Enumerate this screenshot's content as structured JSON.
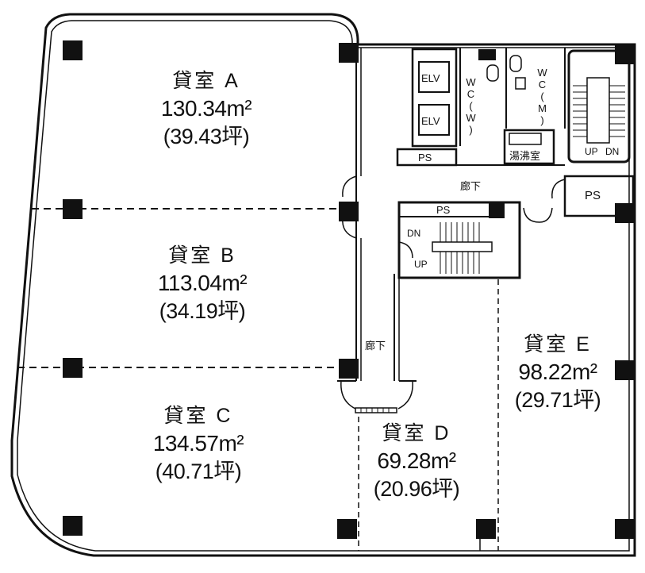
{
  "rooms": [
    {
      "id": "A",
      "name": "貸室 A",
      "area": "130.34m²",
      "tsubo": "(39.43坪)"
    },
    {
      "id": "B",
      "name": "貸室 B",
      "area": "113.04m²",
      "tsubo": "(34.19坪)"
    },
    {
      "id": "C",
      "name": "貸室 C",
      "area": "134.57m²",
      "tsubo": "(40.71坪)"
    },
    {
      "id": "D",
      "name": "貸室 D",
      "area": "69.28m²",
      "tsubo": "(20.96坪)"
    },
    {
      "id": "E",
      "name": "貸室 E",
      "area": "98.22m²",
      "tsubo": "(29.71坪)"
    }
  ],
  "labels": {
    "elv1": "ELV",
    "elv2": "ELV",
    "wc_w": "WC(W)",
    "wc_m": "WC(M)",
    "ps_elv": "PS",
    "ps_stair": "PS",
    "ps_right": "PS",
    "kitchen": "湯沸室",
    "corridor_top": "廊下",
    "corridor_mid": "廊下",
    "up_right": "UP",
    "dn_right": "DN",
    "dn_center": "DN",
    "up_center": "UP"
  }
}
